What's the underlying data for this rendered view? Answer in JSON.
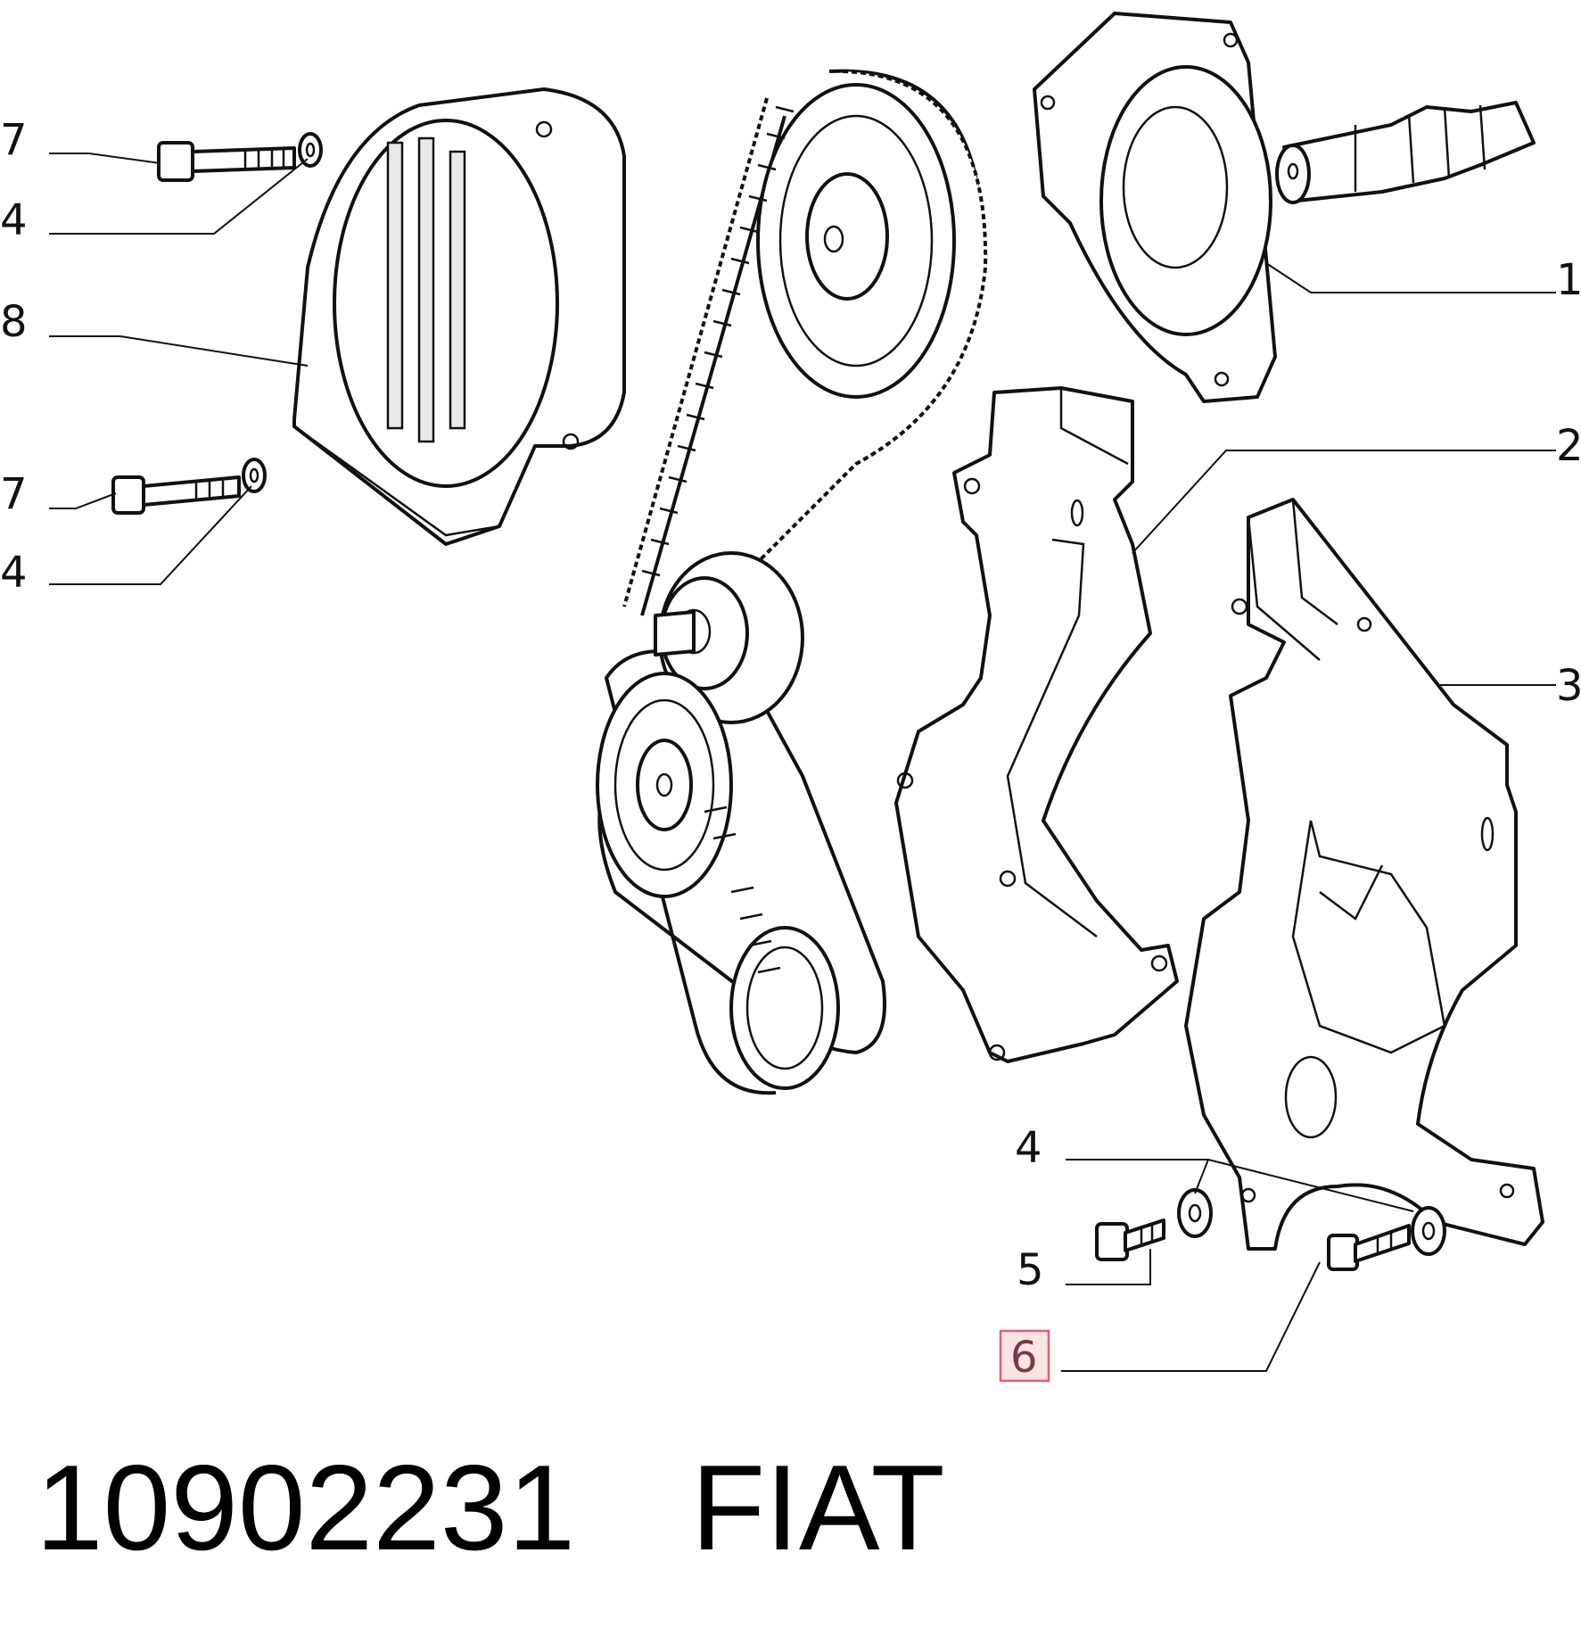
{
  "callouts": [
    {
      "id": "c7a",
      "text": "7"
    },
    {
      "id": "c4a",
      "text": "4"
    },
    {
      "id": "c8",
      "text": "8"
    },
    {
      "id": "c7b",
      "text": "7"
    },
    {
      "id": "c4b",
      "text": "4"
    },
    {
      "id": "c1",
      "text": "1"
    },
    {
      "id": "c2",
      "text": "2"
    },
    {
      "id": "c3",
      "text": "3"
    },
    {
      "id": "c4c",
      "text": "4"
    },
    {
      "id": "c5",
      "text": "5"
    },
    {
      "id": "c6",
      "text": "6",
      "highlighted": true
    }
  ],
  "caption": {
    "part_number": "10902231",
    "brand": "FIAT"
  },
  "colors": {
    "line": "#111111",
    "highlight_fill": "#fde3e6",
    "highlight_border": "#e06070"
  }
}
